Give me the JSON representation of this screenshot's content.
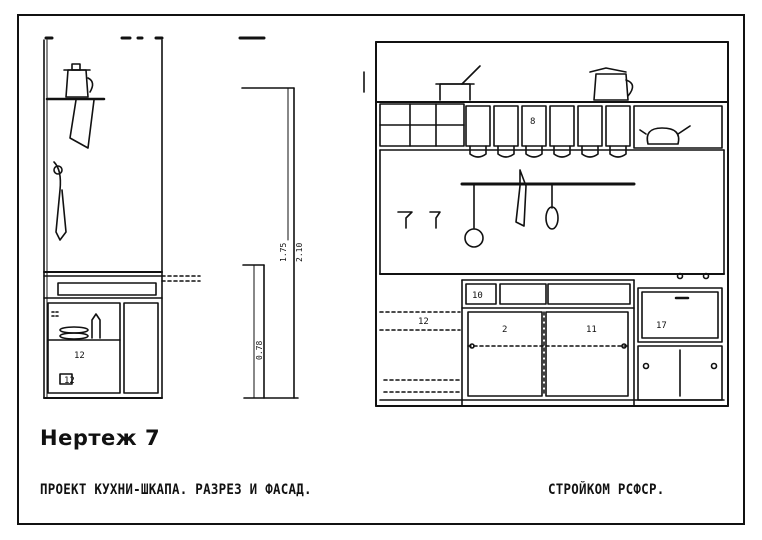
{
  "drawing": {
    "title": "Нертеж 7",
    "caption": "ПРОЕКТ КУХНИ-ШКАПА. РАЗРЕЗ И ФАСАД.",
    "publisher": "СТРОЙКОМ РСФСР.",
    "section_labels": {
      "cabinet_number": "12",
      "drawer_number": "12"
    },
    "dimension_labels": {
      "total_height": "2.10",
      "upper_height": "1.75",
      "lower_height": "0.78"
    },
    "facade_labels": {
      "shelf_number": "8",
      "drawer_10": "10",
      "side_mark": "12",
      "door_left": "2",
      "door_right": "11",
      "right_panel": "17"
    }
  }
}
